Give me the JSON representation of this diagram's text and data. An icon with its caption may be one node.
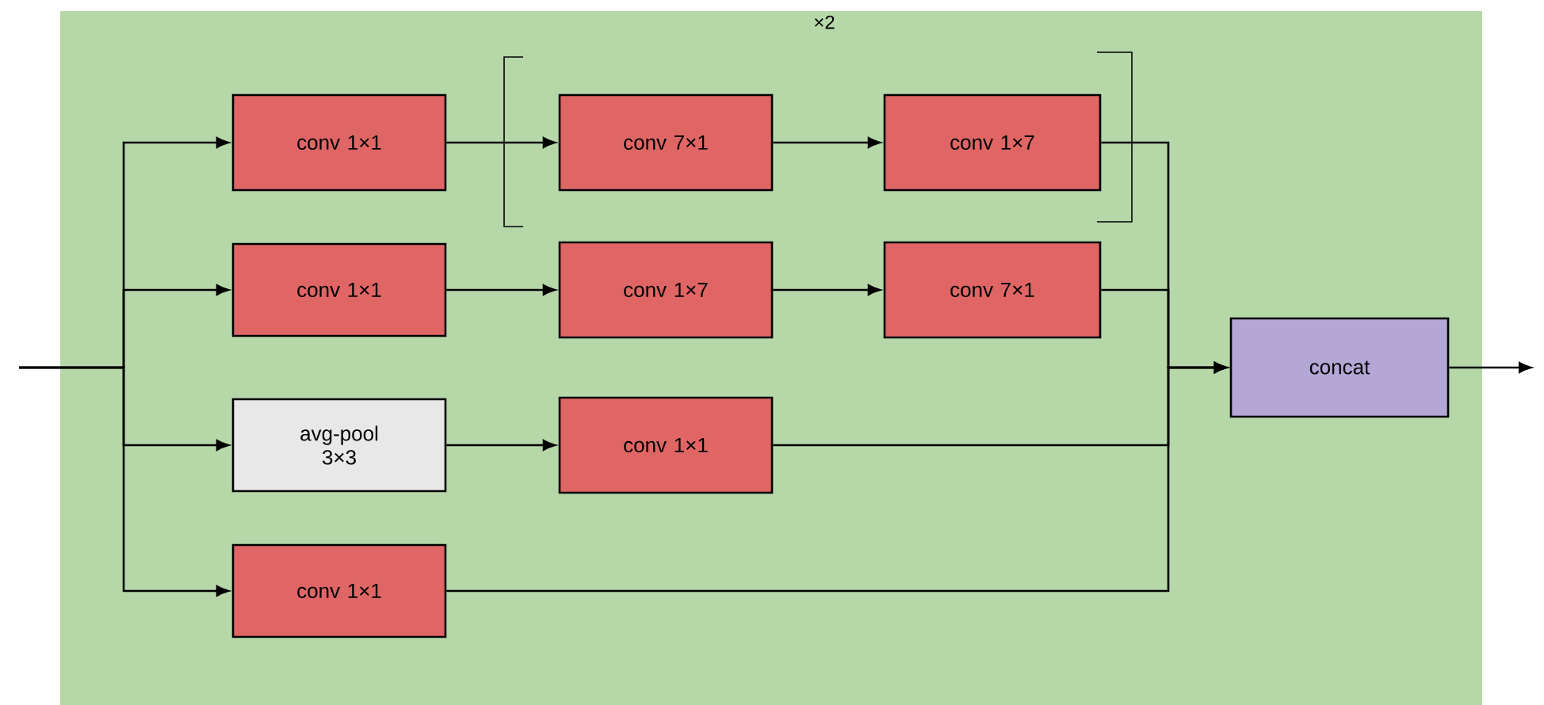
{
  "diagram": {
    "nodes": [
      {
        "text": [
          "conv 1×1"
        ]
      },
      {
        "text": [
          "conv 7×1"
        ]
      },
      {
        "text": [
          "conv 1×7"
        ]
      },
      {
        "text": [
          "conv 1×1"
        ]
      },
      {
        "text": [
          "conv 1×7"
        ]
      },
      {
        "text": [
          "conv 7×1"
        ]
      },
      {
        "text": [
          "avg-pool 3×3"
        ]
      },
      {
        "text": [
          "conv 1×1"
        ]
      },
      {
        "text": [
          "conv 1×1"
        ]
      },
      {
        "text": [
          "concat"
        ]
      }
    ],
    "edges": [
      {
        "from": null,
        "to": 0,
        "arrow": "to"
      },
      {
        "from": null,
        "to": 3,
        "arrow": "to"
      },
      {
        "from": null,
        "to": 6,
        "arrow": "to"
      },
      {
        "from": null,
        "to": 8,
        "arrow": "to"
      },
      {
        "from": 0,
        "to": 1,
        "arrow": "to"
      },
      {
        "from": 1,
        "to": 2,
        "arrow": "to"
      },
      {
        "from": 3,
        "to": 4,
        "arrow": "to"
      },
      {
        "from": 4,
        "to": 5,
        "arrow": "to"
      },
      {
        "from": 6,
        "to": 7,
        "arrow": "to"
      },
      {
        "from": 2,
        "to": 9,
        "arrow": "to"
      },
      {
        "from": 5,
        "to": 9,
        "arrow": "to"
      },
      {
        "from": 7,
        "to": 9,
        "arrow": "to"
      },
      {
        "from": 8,
        "to": 9,
        "arrow": "to"
      },
      {
        "from": 9,
        "to": null,
        "arrow": "to"
      }
    ],
    "labels": [
      "×2"
    ]
  }
}
